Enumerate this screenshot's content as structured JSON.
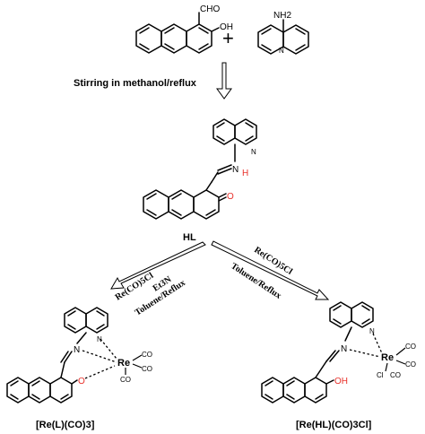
{
  "reactant1": {
    "cho": "CHO",
    "oh": "OH"
  },
  "plus": "+",
  "reactant2": {
    "nh2": "NH2",
    "n": "N"
  },
  "step1": {
    "condition": "Stirring in methanol/reflux"
  },
  "ligand": {
    "n_ring": "N",
    "n_imine": "N",
    "h": "H",
    "o": "O",
    "label": "HL"
  },
  "left_arrow": {
    "reagent": "Re(CO)5Cl",
    "base": "Et3N",
    "solvent": "Toluene/Reflux"
  },
  "right_arrow": {
    "reagent": "Re(CO)5Cl",
    "solvent": "Toluene/Reflux"
  },
  "product_left": {
    "n_ring": "N",
    "n_imine": "N",
    "re": "Re",
    "o": "O",
    "co": [
      "CO",
      "CO",
      "CO"
    ],
    "label": "[Re(L)(CO)3]"
  },
  "product_right": {
    "n_ring": "N",
    "n_imine": "N",
    "re": "Re",
    "oh": "OH",
    "cl": "Cl",
    "co": [
      "CO",
      "CO",
      "CO"
    ],
    "label": "[Re(HL)(CO)3Cl]"
  },
  "colors": {
    "ink": "#000000",
    "hydrogen": "#e8302a",
    "oxygen": "#e8302a"
  }
}
